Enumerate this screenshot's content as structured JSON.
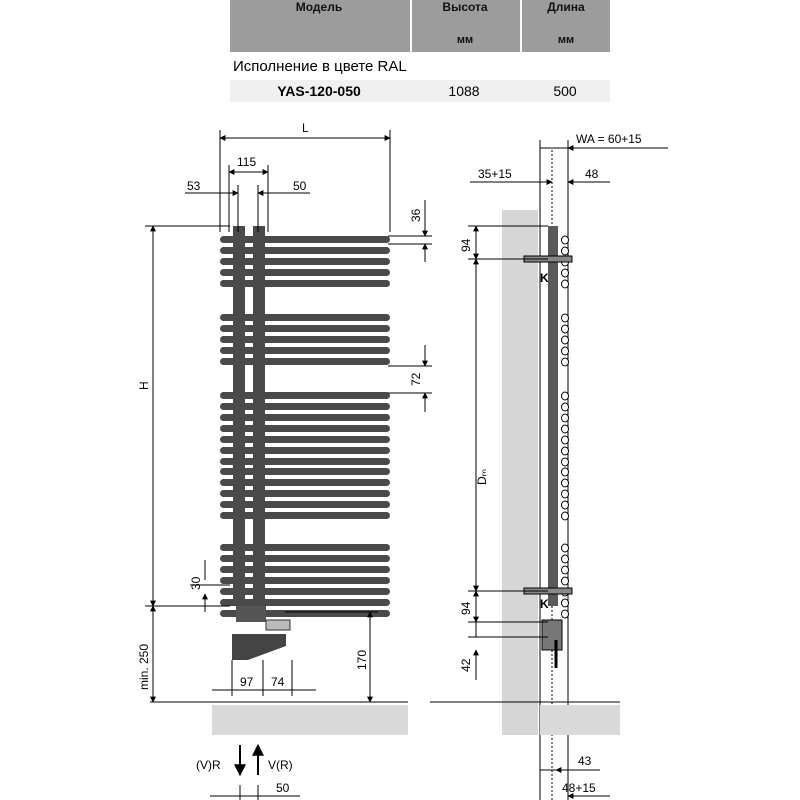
{
  "table": {
    "headers": {
      "model": "Модель",
      "height": "Высота",
      "length": "Длина"
    },
    "units": {
      "height": "мм",
      "length": "мм"
    },
    "variant_label": "Исполнение в цвете RAL",
    "row": {
      "model": "YAS-120-050",
      "height": "1088",
      "length": "500"
    }
  },
  "front_view": {
    "L": "L",
    "spacing_115": "115",
    "offset_53": "53",
    "offset_50": "50",
    "top_36": "36",
    "pitch_72": "72",
    "H": "H",
    "bottom_30": "30",
    "valve_170": "170",
    "min_250": "min. 250",
    "x_97": "97",
    "x_74": "74",
    "flow_left": "(V)R",
    "flow_right": "V(R)",
    "bottom_50": "50"
  },
  "side_view": {
    "wa": "WA = 60+15",
    "d_35": "35+15",
    "d_48": "48",
    "top_94": "94",
    "K_top": "K",
    "dm": "Dₘ",
    "bottom_94": "94",
    "K_bottom": "K",
    "d_42": "42",
    "d_43": "43",
    "d_48_15": "48+15"
  },
  "colors": {
    "header_bg": "#9c9c9c",
    "pipe": "#4a4a4a",
    "wall": "#d6d6d6"
  }
}
